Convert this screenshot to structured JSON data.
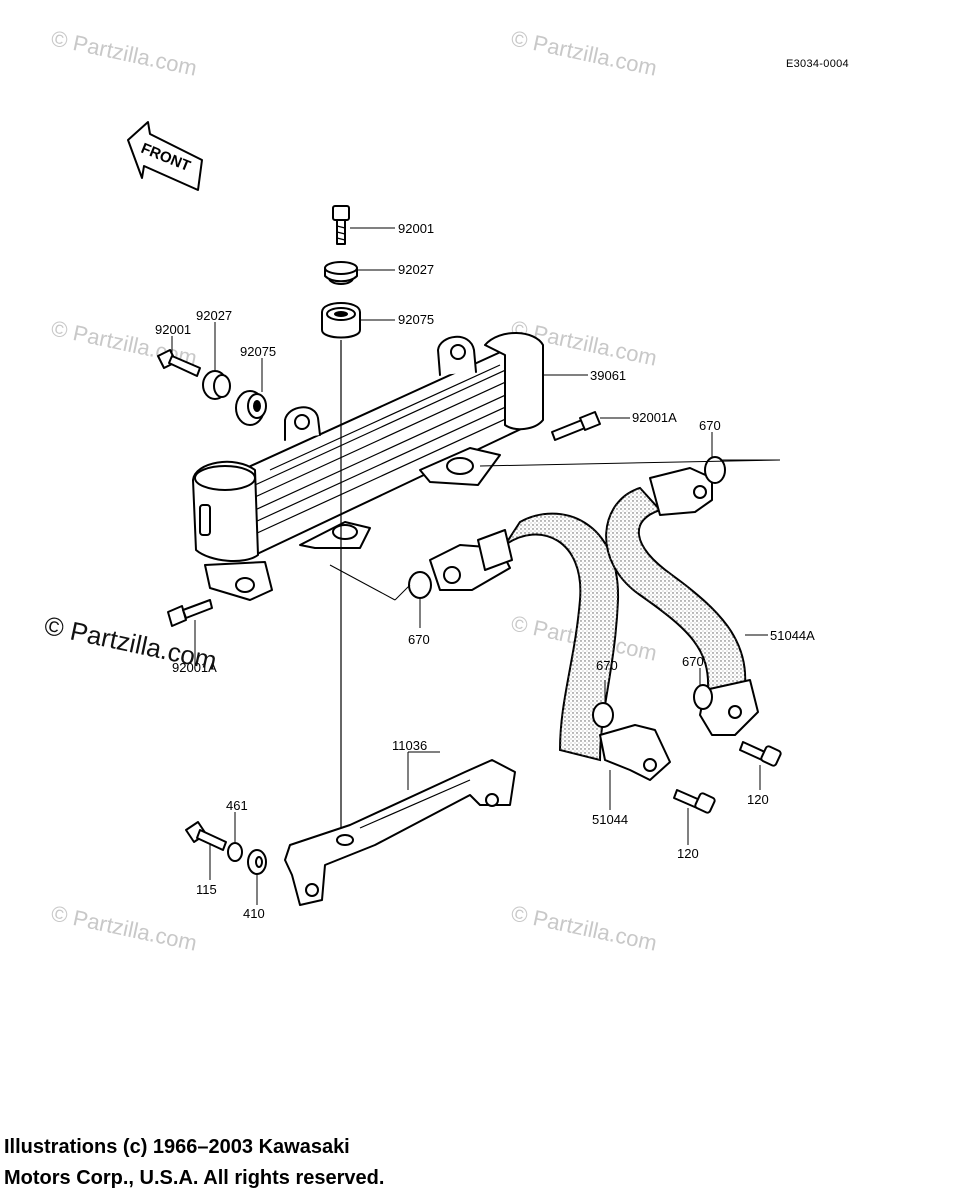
{
  "diagram_code": "E3034-0004",
  "front_arrow_label": "FRONT",
  "watermark": "© Partzilla.com",
  "copyright_lines": [
    "Illustrations (c) 1966–2003 Kawasaki",
    "Motors Corp., U.S.A.  All rights reserved."
  ],
  "callouts": [
    {
      "id": "c-92001-top",
      "text": "92001"
    },
    {
      "id": "c-92027-top",
      "text": "92027"
    },
    {
      "id": "c-92075-top",
      "text": "92075"
    },
    {
      "id": "c-92027-left",
      "text": "92027"
    },
    {
      "id": "c-92001-left",
      "text": "92001"
    },
    {
      "id": "c-92075-left",
      "text": "92075"
    },
    {
      "id": "c-39061",
      "text": "39061"
    },
    {
      "id": "c-92001A-right",
      "text": "92001A"
    },
    {
      "id": "c-670-top",
      "text": "670"
    },
    {
      "id": "c-670-mid",
      "text": "670"
    },
    {
      "id": "c-92001A-left",
      "text": "92001A"
    },
    {
      "id": "c-51044A",
      "text": "51044A"
    },
    {
      "id": "c-670-right",
      "text": "670"
    },
    {
      "id": "c-670-lower",
      "text": "670"
    },
    {
      "id": "c-11036",
      "text": "11036"
    },
    {
      "id": "c-461",
      "text": "461"
    },
    {
      "id": "c-115",
      "text": "115"
    },
    {
      "id": "c-410",
      "text": "410"
    },
    {
      "id": "c-51044",
      "text": "51044"
    },
    {
      "id": "c-120-lower",
      "text": "120"
    },
    {
      "id": "c-120-right",
      "text": "120"
    }
  ]
}
